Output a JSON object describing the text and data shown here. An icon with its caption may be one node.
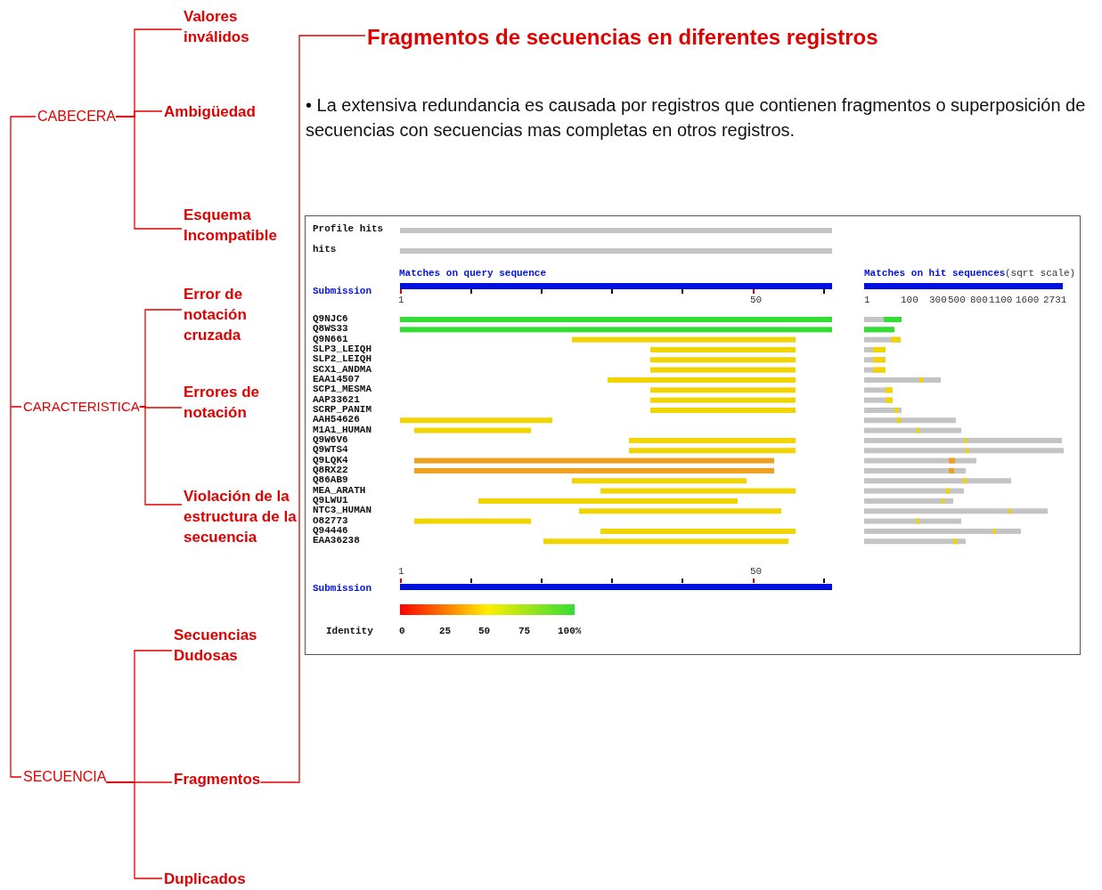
{
  "diagram": {
    "nodes": [
      {
        "text": [
          "CABECERA"
        ]
      },
      {
        "text": [
          "Valores inválidos"
        ]
      },
      {
        "text": [
          "Ambigüedad"
        ]
      },
      {
        "text": [
          "Esquema Incompatible"
        ]
      },
      {
        "text": [
          "CARACTERISTICA"
        ]
      },
      {
        "text": [
          "Error de notación cruzada"
        ]
      },
      {
        "text": [
          "Errores de notación"
        ]
      },
      {
        "text": [
          "Violación de la estructura de la secuencia"
        ]
      },
      {
        "text": [
          "SECUENCIA"
        ]
      },
      {
        "text": [
          "Secuencias Dudosas"
        ]
      },
      {
        "text": [
          "Fragmentos"
        ]
      },
      {
        "text": [
          "Duplicados"
        ]
      },
      {
        "text": [
          "Fragmentos de secuencias en diferentes registros"
        ]
      }
    ],
    "edges": [
      {
        "from": 0,
        "to": 1,
        "arrow": "none"
      },
      {
        "from": 0,
        "to": 2,
        "arrow": "none"
      },
      {
        "from": 0,
        "to": 3,
        "arrow": "none"
      },
      {
        "from": 4,
        "to": 5,
        "arrow": "none"
      },
      {
        "from": 4,
        "to": 6,
        "arrow": "none"
      },
      {
        "from": 4,
        "to": 7,
        "arrow": "none"
      },
      {
        "from": 8,
        "to": 9,
        "arrow": "none"
      },
      {
        "from": 8,
        "to": 10,
        "arrow": "none"
      },
      {
        "from": 8,
        "to": 11,
        "arrow": "none"
      },
      {
        "from": 10,
        "to": 12,
        "arrow": "none"
      }
    ],
    "labels": [
      "• La extensiva redundancia es causada por registros que contienen fragmentos o superposición de secuencias con secuencias mas completas en otros registros.",
      "Profile hits",
      "hits",
      "Matches on query sequence",
      "Matches on hit sequences",
      "(sqrt scale)",
      "Submission",
      "1",
      "50",
      "1",
      "100",
      "300",
      "500",
      "800",
      "1100",
      "1600",
      "2731",
      "Q9NJC6",
      "Q8WS33",
      "Q9N661",
      "SLP3_LEIQH",
      "SLP2_LEIQH",
      "SCX1_ANDMA",
      "EAA14507",
      "SCP1_MESMA",
      "AAP33621",
      "SCRP_PANIM",
      "AAH54626",
      "M1A1_HUMAN",
      "Q9W6V6",
      "Q9WTS4",
      "Q9LQK4",
      "Q8RX22",
      "Q86AB9",
      "MEA_ARATH",
      "Q9LWU1",
      "NTC3_HUMAN",
      "O82773",
      "Q94446",
      "EAA36238",
      "1",
      "50",
      "Submission",
      "Identity",
      "0",
      "25",
      "50",
      "75",
      "100%"
    ]
  }
}
